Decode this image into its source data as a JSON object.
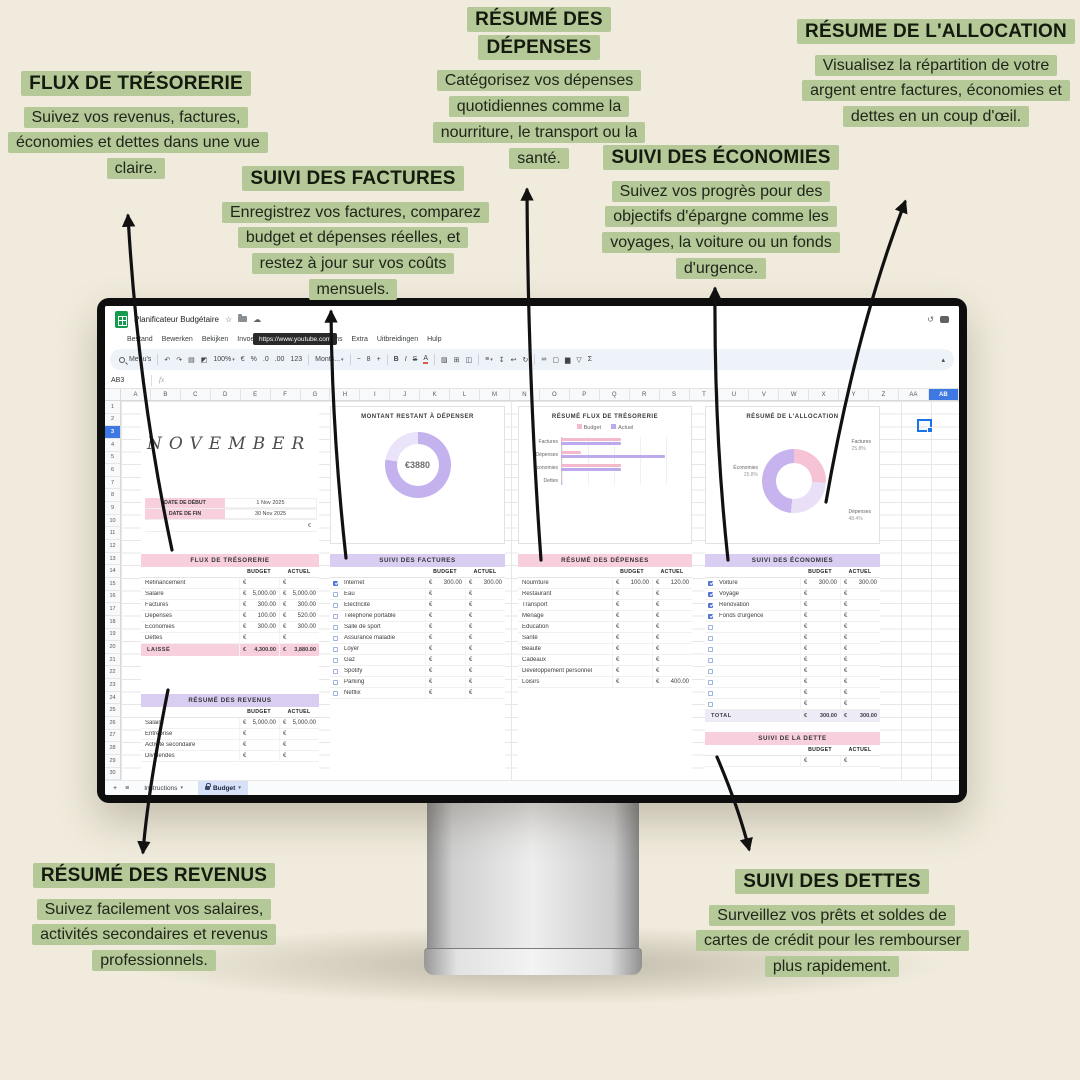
{
  "colors": {
    "callout_green": "#b5c898",
    "pink": "#f8cfdd",
    "lavender": "#d9cdf2",
    "selection_blue": "#3d78e3",
    "bar_pink": "#f3b9cd",
    "bar_purple": "#bda9ee"
  },
  "callouts": {
    "flux": {
      "title": "FLUX DE TRÉSORERIE",
      "body": "Suivez vos revenus, factures, économies et dettes dans une vue claire."
    },
    "depenses": {
      "title": "RÉSUMÉ DES DÉPENSES",
      "body": "Catégorisez vos dépenses quotidiennes comme la nourriture, le transport ou la santé."
    },
    "allocation": {
      "title": "RÉSUME DE L'ALLOCATION",
      "body": "Visualisez la répartition de votre argent entre factures, économies et dettes en un coup d'œil."
    },
    "factures": {
      "title": "SUIVI DES FACTURES",
      "body": "Enregistrez vos factures, comparez budget et dépenses réelles, et restez à jour sur vos coûts mensuels."
    },
    "economies": {
      "title": "SUIVI DES ÉCONOMIES",
      "body": "Suivez vos progrès pour des objectifs d'épargne comme les voyages, la voiture ou un fonds d'urgence."
    },
    "revenus": {
      "title": "RÉSUMÉ DES REVENUS",
      "body": "Suivez facilement vos salaires, activités secondaires et revenus professionnels."
    },
    "dettes": {
      "title": "SUIVI DES DETTES",
      "body": "Surveillez vos prêts et soldes de cartes de crédit pour les rembourser plus rapidement."
    }
  },
  "sheet": {
    "currency_symbol": "€",
    "doc_title": "Planificateur Budgétaire",
    "titlebar_icons": {
      "star": "☆",
      "cloud": "☁",
      "history": "↺"
    },
    "menu": [
      "Bestand",
      "Bewerken",
      "Bekijken",
      "Invoegen",
      "Opmaak",
      "Gegevens",
      "Extra",
      "Uitbreidingen",
      "Hulp"
    ],
    "tooltip_url": "https://www.youtube.com",
    "toolbar": {
      "menus_label": "Menu's",
      "zoom": "100%",
      "currency": "€",
      "percent": "%",
      "dec_down": ".0",
      "dec_up": ".00",
      "more_formats": "123",
      "font": "Monts...",
      "font_size": "8",
      "bold": "B",
      "italic": "I",
      "strike": "S",
      "text_color": "A",
      "icons": {
        "undo": "↶",
        "redo": "↷",
        "print": "▤",
        "paint": "◩",
        "caret": "▾",
        "minus": "−",
        "plus": "+",
        "fill": "▨",
        "borders": "⊞",
        "merge": "◫",
        "align": "≡",
        "valign": "↧",
        "wrap": "↩",
        "rotate": "↻",
        "link": "∞",
        "comment": "▢",
        "chart": "▆",
        "filter": "▽",
        "sum": "Σ",
        "collapse": "▴"
      }
    },
    "formula_bar": {
      "name_box": "AB3",
      "fx": "fx"
    },
    "columns": [
      "A",
      "B",
      "C",
      "D",
      "E",
      "F",
      "G",
      "H",
      "I",
      "J",
      "K",
      "L",
      "M",
      "N",
      "O",
      "P",
      "Q",
      "R",
      "S",
      "T",
      "U",
      "V",
      "W",
      "X",
      "Y",
      "Z",
      "AA",
      "AB"
    ],
    "selected_column": "AB",
    "rows": [
      "1",
      "2",
      "3",
      "4",
      "5",
      "6",
      "7",
      "8",
      "9",
      "10",
      "11",
      "12",
      "13",
      "14",
      "15",
      "16",
      "17",
      "18",
      "19",
      "20",
      "21",
      "22",
      "23",
      "24",
      "25",
      "26",
      "27",
      "28",
      "29",
      "30"
    ],
    "selected_row": "3",
    "month_title": "NOVEMBER",
    "dates": [
      {
        "label": "DATE DE DÉBUT",
        "value": "1 Nov 2025"
      },
      {
        "label": "DATE DE FIN",
        "value": "30 Nov 2025"
      }
    ],
    "tables": {
      "flux": {
        "title": "FLUX DE TRÉSORERIE",
        "cols": [
          "BUDGET",
          "ACTUEL"
        ],
        "rows": [
          {
            "label": "Refinancement",
            "b": "",
            "a": ""
          },
          {
            "label": "Salaire",
            "b": "5,000.00",
            "a": "5,000.00"
          },
          {
            "label": "Factures",
            "b": "300.00",
            "a": "300.00"
          },
          {
            "label": "Dépenses",
            "b": "100.00",
            "a": "520.00"
          },
          {
            "label": "Économies",
            "b": "300.00",
            "a": "300.00"
          },
          {
            "label": "Dettes",
            "b": "",
            "a": ""
          }
        ],
        "footer": {
          "label": "LAISSÉ",
          "b": "4,300.00",
          "a": "3,880.00"
        }
      },
      "revenus": {
        "title": "RÉSUMÉ DES REVENUS",
        "cols": [
          "BUDGET",
          "ACTUEL"
        ],
        "rows": [
          {
            "label": "Salaire",
            "b": "5,000.00",
            "a": "5,000.00"
          },
          {
            "label": "Entreprise",
            "b": "",
            "a": ""
          },
          {
            "label": "Activité secondaire",
            "b": "",
            "a": ""
          },
          {
            "label": "Dividendes",
            "b": "",
            "a": ""
          }
        ]
      },
      "factures": {
        "title": "SUIVI DES FACTURES",
        "cols": [
          "BUDGET",
          "ACTUEL"
        ],
        "rows": [
          {
            "label": "Internet",
            "b": "300.00",
            "a": "300.00",
            "checked": true
          },
          {
            "label": "Eau",
            "b": "",
            "a": "",
            "checked": false
          },
          {
            "label": "Électricité",
            "b": "",
            "a": "",
            "checked": false
          },
          {
            "label": "Téléphone portable",
            "b": "",
            "a": "",
            "checked": false
          },
          {
            "label": "Salle de sport",
            "b": "",
            "a": "",
            "checked": false
          },
          {
            "label": "Assurance maladie",
            "b": "",
            "a": "",
            "checked": false
          },
          {
            "label": "Loyer",
            "b": "",
            "a": "",
            "checked": false
          },
          {
            "label": "Gaz",
            "b": "",
            "a": "",
            "checked": false
          },
          {
            "label": "Spotify",
            "b": "",
            "a": "",
            "checked": false
          },
          {
            "label": "Parking",
            "b": "",
            "a": "",
            "checked": false
          },
          {
            "label": "Netflix",
            "b": "",
            "a": "",
            "checked": false
          }
        ]
      },
      "depenses": {
        "title": "RÉSUMÉ DES DÉPENSES",
        "cols": [
          "BUDGET",
          "ACTUEL"
        ],
        "rows": [
          {
            "label": "Nourriture",
            "b": "100.00",
            "a": "120.00"
          },
          {
            "label": "Restaurant",
            "b": "",
            "a": ""
          },
          {
            "label": "Transport",
            "b": "",
            "a": ""
          },
          {
            "label": "Ménage",
            "b": "",
            "a": ""
          },
          {
            "label": "Education",
            "b": "",
            "a": ""
          },
          {
            "label": "Santé",
            "b": "",
            "a": ""
          },
          {
            "label": "Beauté",
            "b": "",
            "a": ""
          },
          {
            "label": "Cadeaux",
            "b": "",
            "a": ""
          },
          {
            "label": "Développement personnel",
            "b": "",
            "a": ""
          },
          {
            "label": "Loisirs",
            "b": "",
            "a": "400.00"
          }
        ]
      },
      "economies": {
        "title": "SUIVI DES ÉCONOMIES",
        "cols": [
          "BUDGET",
          "ACTUEL"
        ],
        "rows": [
          {
            "label": "Voiture",
            "b": "300.00",
            "a": "300.00",
            "checked": true
          },
          {
            "label": "Voyage",
            "b": "",
            "a": "",
            "checked": true
          },
          {
            "label": "Rénovation",
            "b": "",
            "a": "",
            "checked": true
          },
          {
            "label": "Fonds d'urgence",
            "b": "",
            "a": "",
            "checked": true
          },
          {
            "label": "",
            "b": "",
            "a": "",
            "checked": false
          },
          {
            "label": "",
            "b": "",
            "a": "",
            "checked": false
          },
          {
            "label": "",
            "b": "",
            "a": "",
            "checked": false
          },
          {
            "label": "",
            "b": "",
            "a": "",
            "checked": false
          },
          {
            "label": "",
            "b": "",
            "a": "",
            "checked": false
          },
          {
            "label": "",
            "b": "",
            "a": "",
            "checked": false
          },
          {
            "label": "",
            "b": "",
            "a": "",
            "checked": false
          },
          {
            "label": "",
            "b": "",
            "a": "",
            "checked": false
          }
        ],
        "footer": {
          "label": "TOTAL",
          "b": "300.00",
          "a": "300.00"
        }
      },
      "dette": {
        "title": "SUIVI DE LA DETTE",
        "cols": [
          "BUDGET",
          "ACTUEL"
        ],
        "rows": [
          {
            "label": "",
            "b": "",
            "a": ""
          }
        ]
      }
    },
    "tabs": {
      "instructions": "Instructions",
      "budget": "Budget",
      "plus": "+",
      "all_sheets": "≡"
    }
  },
  "chart_data": [
    {
      "type": "donut",
      "title": "MONTANT RESTANT À DÉPENSER",
      "center_label": "€3880",
      "slices": [
        {
          "name": "restant",
          "value": 77.6,
          "color": "#c3b2ee"
        },
        {
          "name": "dépensé",
          "value": 22.4,
          "color": "#eae3f9"
        }
      ]
    },
    {
      "type": "bar",
      "title": "RÉSUMÉ FLUX DE TRÉSORERIE",
      "legend_position": "top",
      "categories": [
        "Factures",
        "Dépenses",
        "Économies",
        "Dettes"
      ],
      "xmax": 600,
      "series": [
        {
          "name": "Budget",
          "color": "#f3b9cd",
          "values": [
            300,
            100,
            300,
            0
          ]
        },
        {
          "name": "Actuel",
          "color": "#bda9ee",
          "values": [
            300,
            520,
            300,
            0
          ]
        }
      ]
    },
    {
      "type": "donut",
      "title": "RÉSUMÉ DE L'ALLOCATION",
      "slices": [
        {
          "name": "Factures",
          "pct": "25.8%",
          "value": 25.8,
          "color": "#f5c3d5"
        },
        {
          "name": "Économies",
          "pct": "25.8%",
          "value": 25.8,
          "color": "#e9e0f8"
        },
        {
          "name": "Dépenses",
          "pct": "48.4%",
          "value": 48.4,
          "color": "#c7b4ef"
        }
      ]
    }
  ]
}
